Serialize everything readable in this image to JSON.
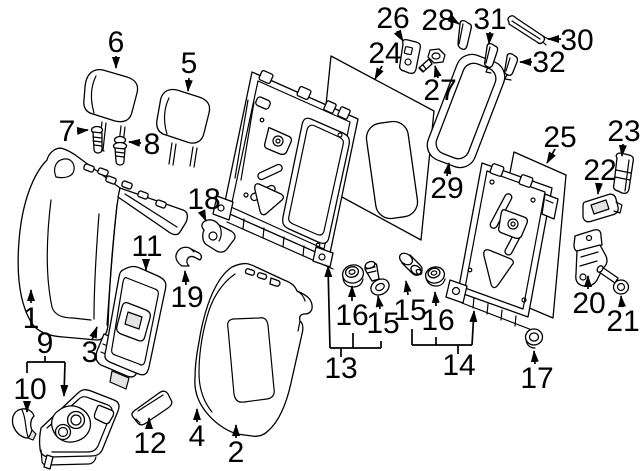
{
  "diagram": {
    "type": "exploded-parts-diagram",
    "subject": "rear-seat-back-assembly",
    "colors": {
      "background": "#ffffff",
      "line": "#000000"
    },
    "callouts": {
      "c1": {
        "label": "1",
        "part": "seat-back-cover-left"
      },
      "c2": {
        "label": "2",
        "part": "seat-back-cover-right"
      },
      "c3": {
        "label": "3",
        "part": "armrest-opening-trim"
      },
      "c4": {
        "label": "4",
        "part": "cover-edge"
      },
      "c5": {
        "label": "5",
        "part": "headrest-right"
      },
      "c6": {
        "label": "6",
        "part": "headrest-left"
      },
      "c7": {
        "label": "7",
        "part": "headrest-guide"
      },
      "c8": {
        "label": "8",
        "part": "headrest-guide-lock"
      },
      "c9": {
        "label": "9",
        "part": "cup-holder-assembly"
      },
      "c10": {
        "label": "10",
        "part": "trim-wedge"
      },
      "c11": {
        "label": "11",
        "part": "armrest"
      },
      "c12": {
        "label": "12",
        "part": "trim-pad"
      },
      "c13": {
        "label": "13",
        "part": "seat-back-frame-left"
      },
      "c14": {
        "label": "14",
        "part": "seat-back-frame-right"
      },
      "c15a": {
        "label": "15",
        "part": "pivot-bolt"
      },
      "c15b": {
        "label": "15",
        "part": "pivot-bolt"
      },
      "c16a": {
        "label": "16",
        "part": "pivot-bushing"
      },
      "c16b": {
        "label": "16",
        "part": "pivot-bushing"
      },
      "c17": {
        "label": "17",
        "part": "grommet"
      },
      "c18": {
        "label": "18",
        "part": "bracket"
      },
      "c19": {
        "label": "19",
        "part": "wire-hook"
      },
      "c20": {
        "label": "20",
        "part": "latch"
      },
      "c21": {
        "label": "21",
        "part": "bolt"
      },
      "c22": {
        "label": "22",
        "part": "bezel"
      },
      "c23": {
        "label": "23",
        "part": "release-knob"
      },
      "c24": {
        "label": "24",
        "part": "back-panel-left"
      },
      "c25": {
        "label": "25",
        "part": "back-panel-right"
      },
      "c26": {
        "label": "26",
        "part": "small-bracket"
      },
      "c27": {
        "label": "27",
        "part": "hex-bolt"
      },
      "c28": {
        "label": "28",
        "part": "clip"
      },
      "c29": {
        "label": "29",
        "part": "pass-through-frame"
      },
      "c30": {
        "label": "30",
        "part": "retaining-rod"
      },
      "c31": {
        "label": "31",
        "part": "clip-strip"
      },
      "c32": {
        "label": "32",
        "part": "clip-strip"
      }
    }
  }
}
